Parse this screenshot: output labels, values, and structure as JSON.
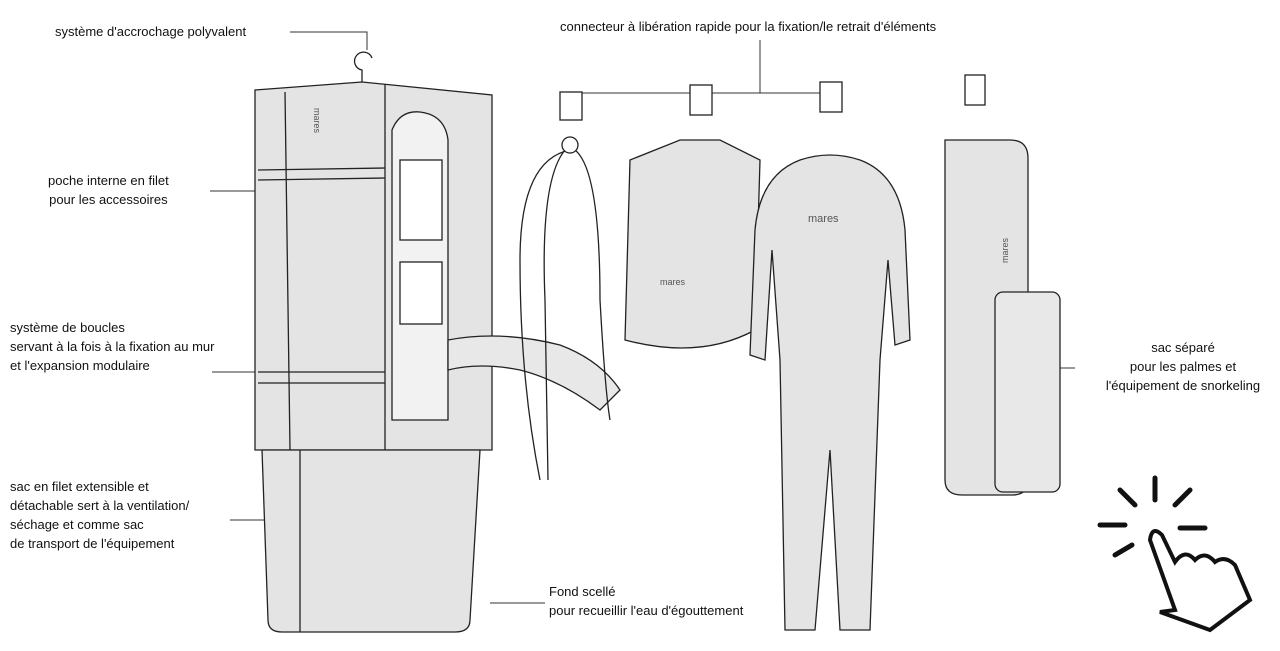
{
  "brand_logo": "mares",
  "labels": {
    "hanging_system": "système d'accrochage polyvalent",
    "quick_release": "connecteur à libération rapide pour la fixation/le retrait d'éléments",
    "mesh_pocket": [
      "poche interne en filet",
      "pour les accessoires"
    ],
    "loop_system": [
      "système de boucles",
      "servant à la fois à la fixation au mur",
      "et l'expansion modulaire"
    ],
    "mesh_bag": [
      "sac en filet extensible et",
      "détachable sert à la ventilation/",
      "séchage et comme sac",
      "de transport de l'équipement"
    ],
    "sealed_bottom": [
      "Fond scellé",
      "pour recueillir l'eau d'égouttement"
    ],
    "fins_bag": [
      "sac séparé",
      "pour les palmes et",
      "l'équipement de snorkeling"
    ]
  },
  "colors": {
    "fill": "#e4e4e4",
    "stroke": "#222222",
    "mesh": "#ffffff"
  }
}
